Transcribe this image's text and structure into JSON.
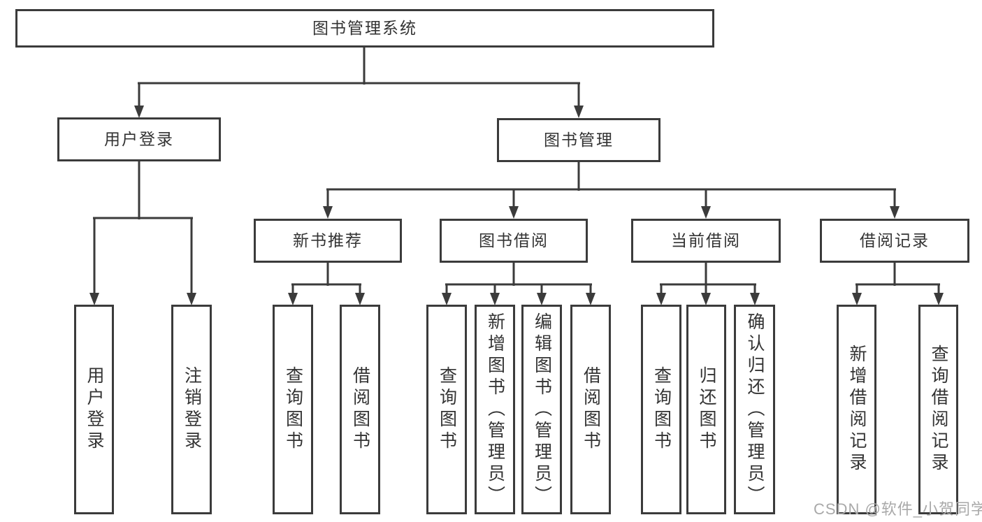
{
  "tree": {
    "root": {
      "label": "图书管理系统"
    },
    "children": [
      {
        "label": "用户登录",
        "children": [
          {
            "label": "用户登录"
          },
          {
            "label": "注销登录"
          }
        ]
      },
      {
        "label": "图书管理",
        "children": [
          {
            "label": "新书推荐",
            "children": [
              {
                "label": "查询图书"
              },
              {
                "label": "借阅图书"
              }
            ]
          },
          {
            "label": "图书借阅",
            "children": [
              {
                "label": "查询图书"
              },
              {
                "label": "新增图书（管理员）"
              },
              {
                "label": "编辑图书（管理员）"
              },
              {
                "label": "借阅图书"
              }
            ]
          },
          {
            "label": "当前借阅",
            "children": [
              {
                "label": "查询图书"
              },
              {
                "label": "归还图书"
              },
              {
                "label": "确认归还（管理员）"
              }
            ]
          },
          {
            "label": "借阅记录",
            "children": [
              {
                "label": "新增借阅记录"
              },
              {
                "label": "查询借阅记录"
              }
            ]
          }
        ]
      }
    ]
  },
  "watermark": {
    "text": "CSDN @软件_小贺同学"
  },
  "colors": {
    "line": "#3b3b3b",
    "text": "#333333",
    "background": "#ffffff",
    "watermark": "#a9a9a9"
  }
}
